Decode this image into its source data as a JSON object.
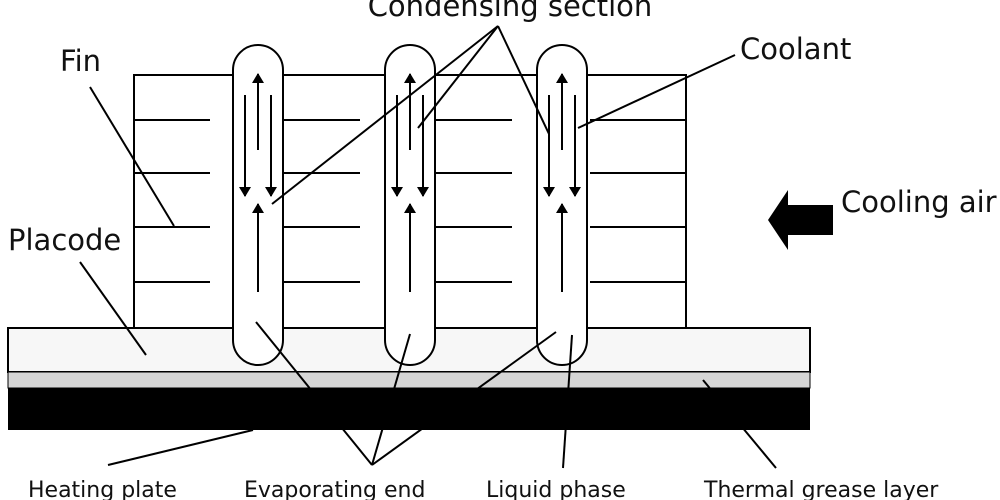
{
  "labels": {
    "condensing_section": "Condensing section",
    "fin": "Fin",
    "coolant": "Coolant",
    "cooling_air": "Cooling air",
    "placode": "Placode",
    "heating_plate": "Heating plate",
    "evaporating_end": "Evaporating end",
    "liquid_phase": "Liquid phase",
    "thermal_grease_layer": "Thermal grease layer"
  },
  "colors": {
    "stroke": "#000000",
    "placode_fill": "#f7f7f7",
    "grease_fill": "#d6d6d6",
    "heating_plate_fill": "#000000",
    "cooling_air_arrow": "#000000"
  }
}
